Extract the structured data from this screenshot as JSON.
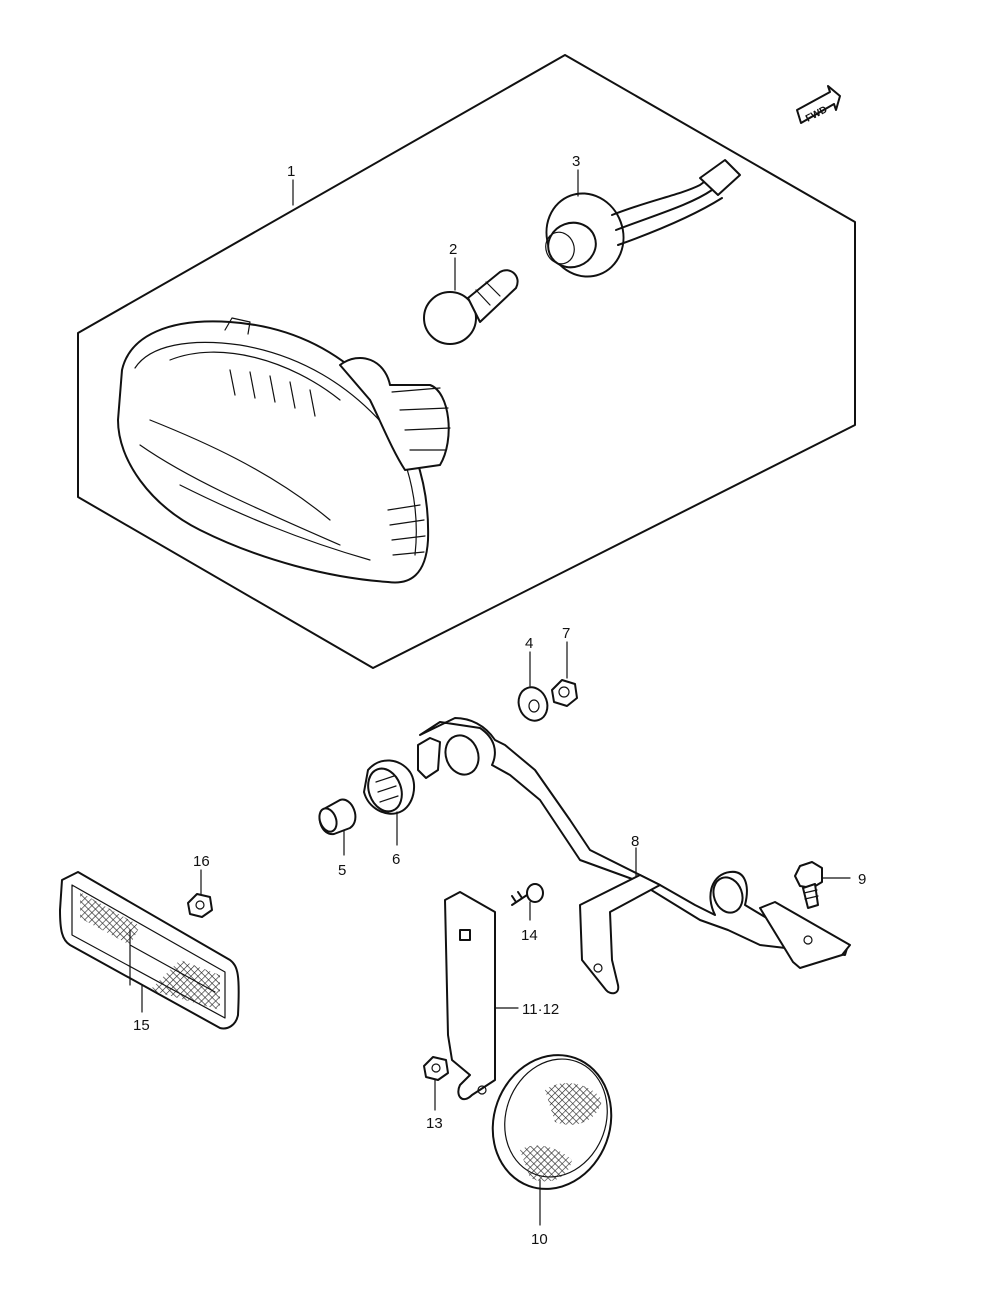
{
  "fwd_label": "FWD",
  "callouts": [
    {
      "id": "c1",
      "label": "1"
    },
    {
      "id": "c2",
      "label": "2"
    },
    {
      "id": "c3",
      "label": "3"
    },
    {
      "id": "c4",
      "label": "4"
    },
    {
      "id": "c5",
      "label": "5"
    },
    {
      "id": "c6",
      "label": "6"
    },
    {
      "id": "c7",
      "label": "7"
    },
    {
      "id": "c8",
      "label": "8"
    },
    {
      "id": "c9",
      "label": "9"
    },
    {
      "id": "c10",
      "label": "10"
    },
    {
      "id": "c11",
      "label": "11·12"
    },
    {
      "id": "c13",
      "label": "13"
    },
    {
      "id": "c14",
      "label": "14"
    },
    {
      "id": "c15",
      "label": "15"
    },
    {
      "id": "c16",
      "label": "16"
    }
  ]
}
